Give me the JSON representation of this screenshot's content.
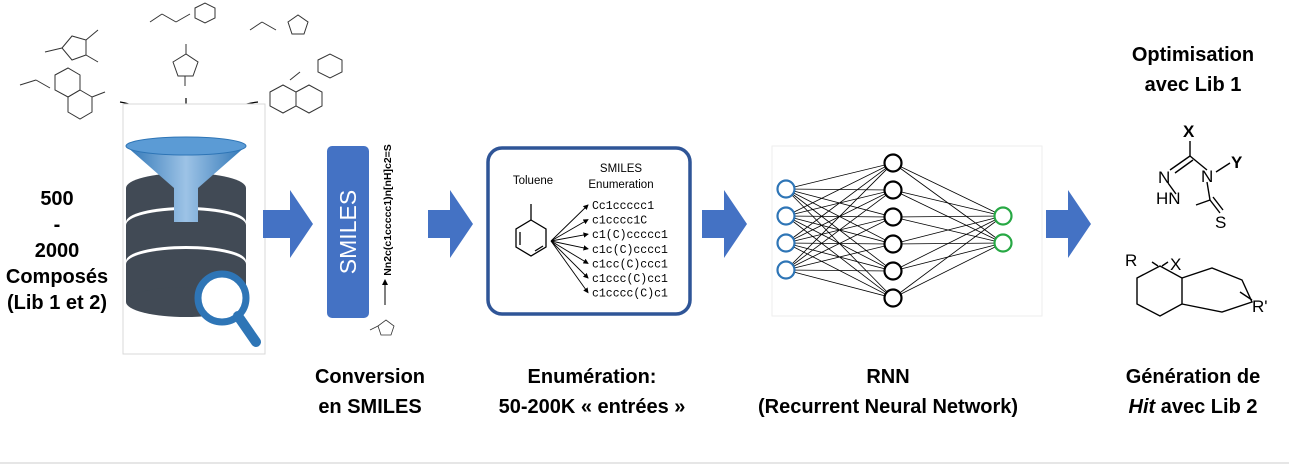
{
  "library": {
    "count_line1": "500",
    "count_line2": "-",
    "count_line3": "2000",
    "count_line4": "Composés",
    "count_line5": "(Lib 1 et 2)"
  },
  "smiles_box": {
    "label": "SMILES",
    "example_smiles": "Nn2c(c1ccccc1)n[nH]c2=S"
  },
  "enumeration_box": {
    "molecule_name": "Toluene",
    "header_line1": "SMILES",
    "header_line2": "Enumeration",
    "smiles_list": [
      "Cc1ccccc1",
      "c1cccc1C",
      "c1(C)ccccc1",
      "c1c(C)cccc1",
      "c1cc(C)ccc1",
      "c1ccc(C)cc1",
      "c1cccc(C)c1"
    ]
  },
  "final": {
    "opt_line1": "Optimisation",
    "opt_line2": "avec Lib 1",
    "gen_line1": "Génération de",
    "gen_hit": "Hit",
    "gen_line2_rest": " avec Lib 2"
  },
  "triazole_atoms": {
    "x": "X",
    "y": "Y",
    "n1": "N",
    "n2": "N",
    "hn": "HN",
    "s": "S"
  },
  "bicycle_atoms": {
    "r": "R",
    "x": "X",
    "rp": "R'"
  },
  "captions": {
    "conversion_line1": "Conversion",
    "conversion_line2": "en SMILES",
    "enum_line1": "Enumération:",
    "enum_line2": "50-200K « entrées »",
    "rnn_line1": "RNN",
    "rnn_line2": "(Recurrent Neural Network)"
  },
  "colors": {
    "arrow_blue": "#4472c4",
    "box_blue": "#2f5597",
    "smiles_bar": "#4472c4",
    "funnel_blue": "#5b9bd5",
    "db_dark": "#414a55",
    "input_node": "#2e75b6",
    "output_node": "#27a844"
  }
}
